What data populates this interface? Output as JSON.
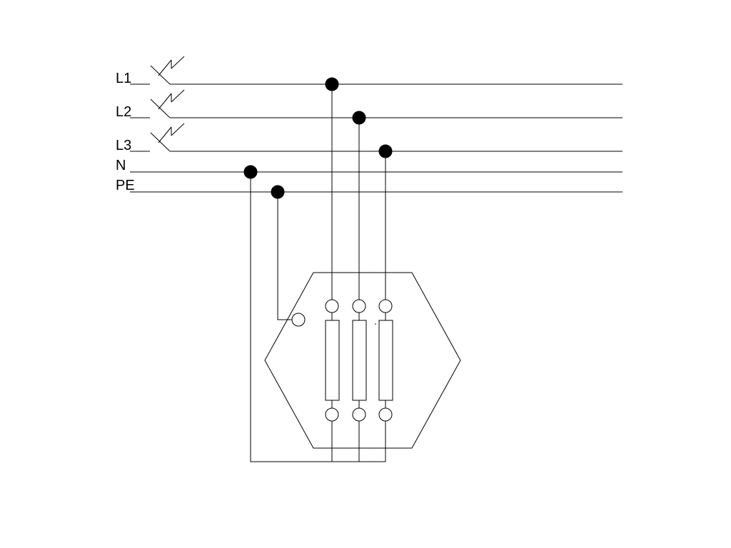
{
  "labels": {
    "l1": "L1",
    "l2": "L2",
    "l3": "L3",
    "n": "N",
    "pe": "PE"
  }
}
